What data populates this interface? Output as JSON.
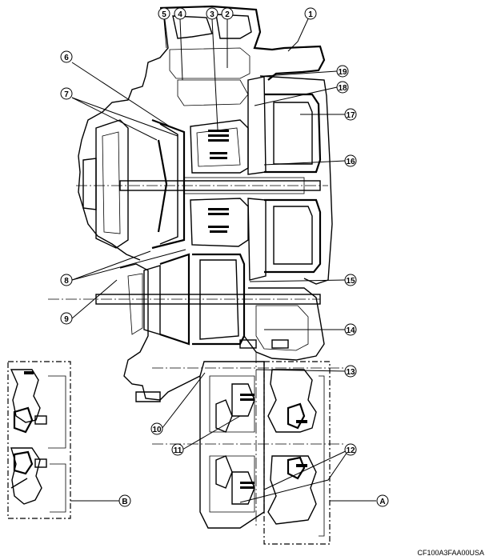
{
  "callouts": [
    {
      "id": "c1",
      "label": "1"
    },
    {
      "id": "c2",
      "label": "2"
    },
    {
      "id": "c3",
      "label": "3"
    },
    {
      "id": "c4",
      "label": "4"
    },
    {
      "id": "c5",
      "label": "5"
    },
    {
      "id": "c6",
      "label": "6"
    },
    {
      "id": "c7",
      "label": "7"
    },
    {
      "id": "c8",
      "label": "8"
    },
    {
      "id": "c9",
      "label": "9"
    },
    {
      "id": "c10",
      "label": "10"
    },
    {
      "id": "c11",
      "label": "11"
    },
    {
      "id": "c12",
      "label": "12"
    },
    {
      "id": "c13",
      "label": "13"
    },
    {
      "id": "c14",
      "label": "14"
    },
    {
      "id": "c15",
      "label": "15"
    },
    {
      "id": "c16",
      "label": "16"
    },
    {
      "id": "c17",
      "label": "17"
    },
    {
      "id": "c18",
      "label": "18"
    },
    {
      "id": "c19",
      "label": "19"
    },
    {
      "id": "cA",
      "label": "A"
    },
    {
      "id": "cB",
      "label": "B"
    }
  ],
  "figure_code": "CF100A3FAA00USA"
}
